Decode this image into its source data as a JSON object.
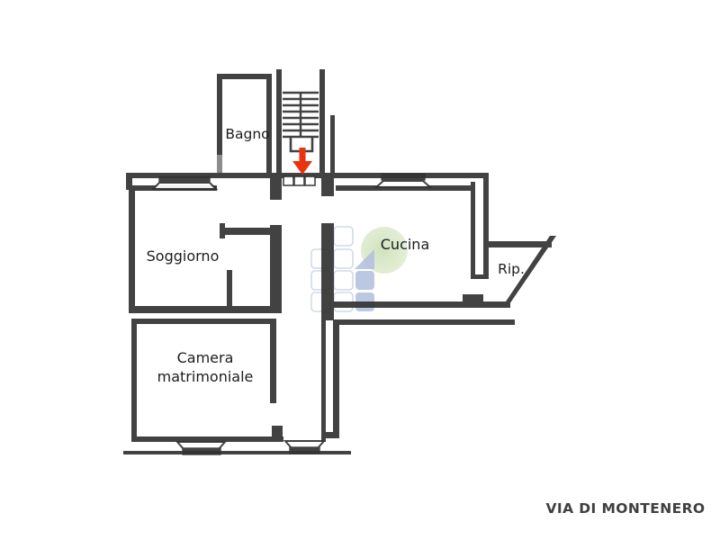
{
  "page": {
    "background": "#ffffff",
    "type": "apartment floor plan"
  },
  "labels": {
    "bagno": "Bagno",
    "soggiorno": "Soggiorno",
    "cucina": "Cucina",
    "rip": "Rip.",
    "camera_line1": "Camera",
    "camera_line2": "matrimoniale",
    "street": "VIA DI MONTENERO"
  },
  "entrance": {
    "indicator": "red-down-arrow",
    "direction": "down"
  },
  "colors": {
    "wall": "#333333",
    "arrow_red": "#e8330e",
    "highlight_center": "#cfe1bb",
    "highlight_edge": "#e4efd7",
    "watermark_blue": "#b5c1de",
    "label_text": "#1c1c1c",
    "street_text": "#404040",
    "door_gray": "#8d8d8d"
  }
}
